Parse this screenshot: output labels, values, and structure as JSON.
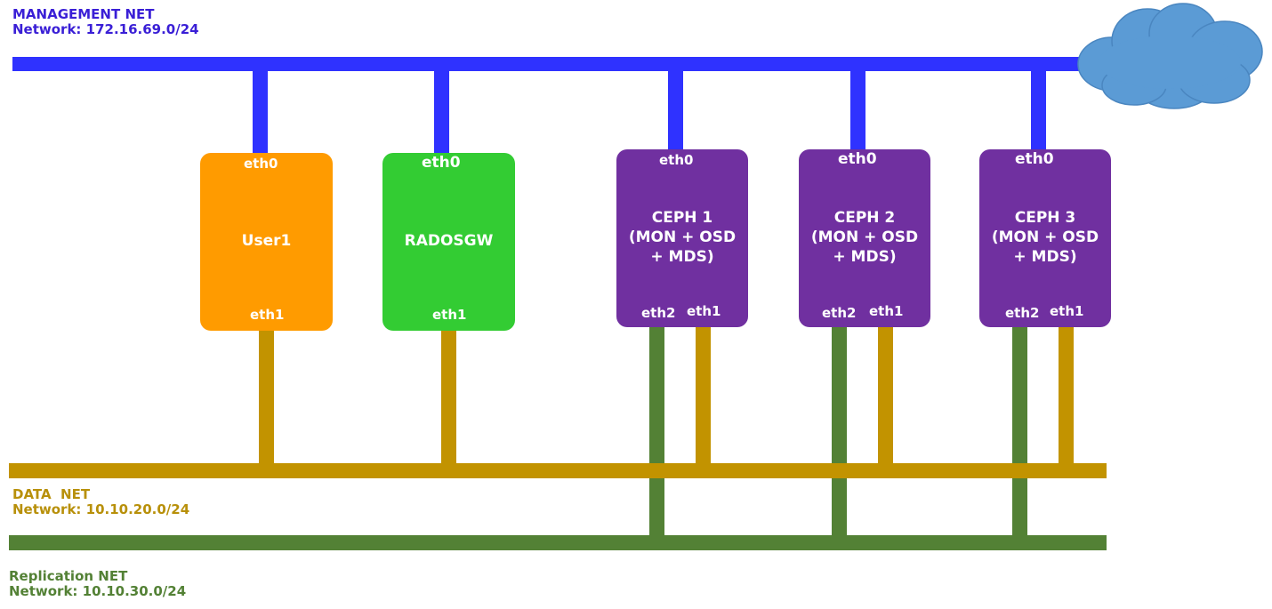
{
  "colors": {
    "management": "#2f32ff",
    "data": "#c29300",
    "replication": "#538135",
    "cloud": "#5b9bd5",
    "user": "#ff9b00",
    "radosgw": "#33cc33",
    "ceph": "#7030a0"
  },
  "networks": {
    "management": {
      "name": "MANAGEMENT NET",
      "address": "Network: 172.16.69.0/24"
    },
    "data": {
      "name": "DATA  NET",
      "address": "Network: 10.10.20.0/24"
    },
    "replication": {
      "name": "Replication NET",
      "address": "Network: 10.10.30.0/24"
    }
  },
  "nodes": [
    {
      "id": "user1",
      "title": [
        "User1"
      ],
      "ports": {
        "eth0": "eth0",
        "eth1": "eth1"
      }
    },
    {
      "id": "radosgw",
      "title": [
        "RADOSGW"
      ],
      "ports": {
        "eth0": "eth0",
        "eth1": "eth1"
      }
    },
    {
      "id": "ceph1",
      "title": [
        "CEPH 1",
        "(MON + OSD",
        "+ MDS)"
      ],
      "ports": {
        "eth0": "eth0",
        "eth1": "eth1",
        "eth2": "eth2"
      }
    },
    {
      "id": "ceph2",
      "title": [
        "CEPH 2",
        "(MON + OSD",
        "+ MDS)"
      ],
      "ports": {
        "eth0": "eth0",
        "eth1": "eth1",
        "eth2": "eth2"
      }
    },
    {
      "id": "ceph3",
      "title": [
        "CEPH 3",
        "(MON + OSD",
        "+ MDS)"
      ],
      "ports": {
        "eth0": "eth0",
        "eth1": "eth1",
        "eth2": "eth2"
      }
    }
  ],
  "icons": {
    "cloud": "cloud-icon"
  }
}
